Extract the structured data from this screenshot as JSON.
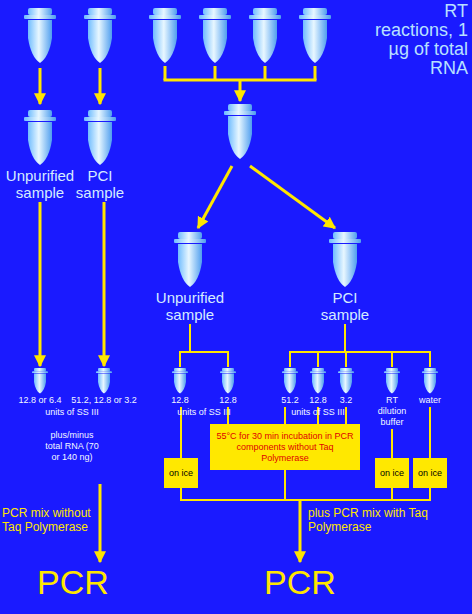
{
  "diagram": {
    "title": "RT reactions, 1 µg of total RNA",
    "nodes": [
      {
        "text": [
          "Unpurified sample"
        ]
      },
      {
        "text": [
          "PCI sample"
        ]
      },
      {
        "text": [
          "Unpurified sample"
        ]
      },
      {
        "text": [
          "PCI sample"
        ]
      },
      {
        "text": [
          "12.8 or 6.4"
        ]
      },
      {
        "text": [
          "51.2, 12.8 or 3.2"
        ]
      },
      {
        "text": [
          "12.8"
        ]
      },
      {
        "text": [
          "12.8"
        ]
      },
      {
        "text": [
          "51.2"
        ]
      },
      {
        "text": [
          "12.8"
        ]
      },
      {
        "text": [
          "3.2"
        ]
      },
      {
        "text": [
          "RT dilution buffer"
        ]
      },
      {
        "text": [
          "water"
        ]
      },
      {
        "text": [
          "on ice"
        ]
      },
      {
        "text": [
          "55°C for 30 min incubation in PCR components without Taq Polymerase"
        ]
      },
      {
        "text": [
          "on ice"
        ]
      },
      {
        "text": [
          "on ice"
        ]
      }
    ],
    "edges": [
      {
        "from": 0,
        "to": 4,
        "arrow": "to"
      },
      {
        "from": 1,
        "to": 5,
        "arrow": "to"
      },
      {
        "from": 2,
        "to": 6,
        "arrow": "none"
      },
      {
        "from": 2,
        "to": 7,
        "arrow": "none"
      },
      {
        "from": 3,
        "to": 8,
        "arrow": "none"
      },
      {
        "from": 3,
        "to": 9,
        "arrow": "none"
      },
      {
        "from": 3,
        "to": 10,
        "arrow": "none"
      },
      {
        "from": 3,
        "to": 11,
        "arrow": "none"
      },
      {
        "from": 3,
        "to": 12,
        "arrow": "none"
      },
      {
        "from": 6,
        "to": 13,
        "arrow": "none"
      },
      {
        "from": 7,
        "to": 14,
        "arrow": "none"
      },
      {
        "from": 8,
        "to": 14,
        "arrow": "none"
      },
      {
        "from": 9,
        "to": 14,
        "arrow": "none"
      },
      {
        "from": 10,
        "to": 14,
        "arrow": "none"
      },
      {
        "from": 11,
        "to": 15,
        "arrow": "none"
      },
      {
        "from": 12,
        "to": 16,
        "arrow": "none"
      }
    ],
    "labels": [
      "units of SS III",
      "plus/minus total RNA (70 or 140 ng)",
      "units of SS III",
      "units of SS III",
      "PCR mix without Taq Polymerase",
      "PCR",
      "plus PCR mix with Taq Polymerase",
      "PCR"
    ]
  }
}
